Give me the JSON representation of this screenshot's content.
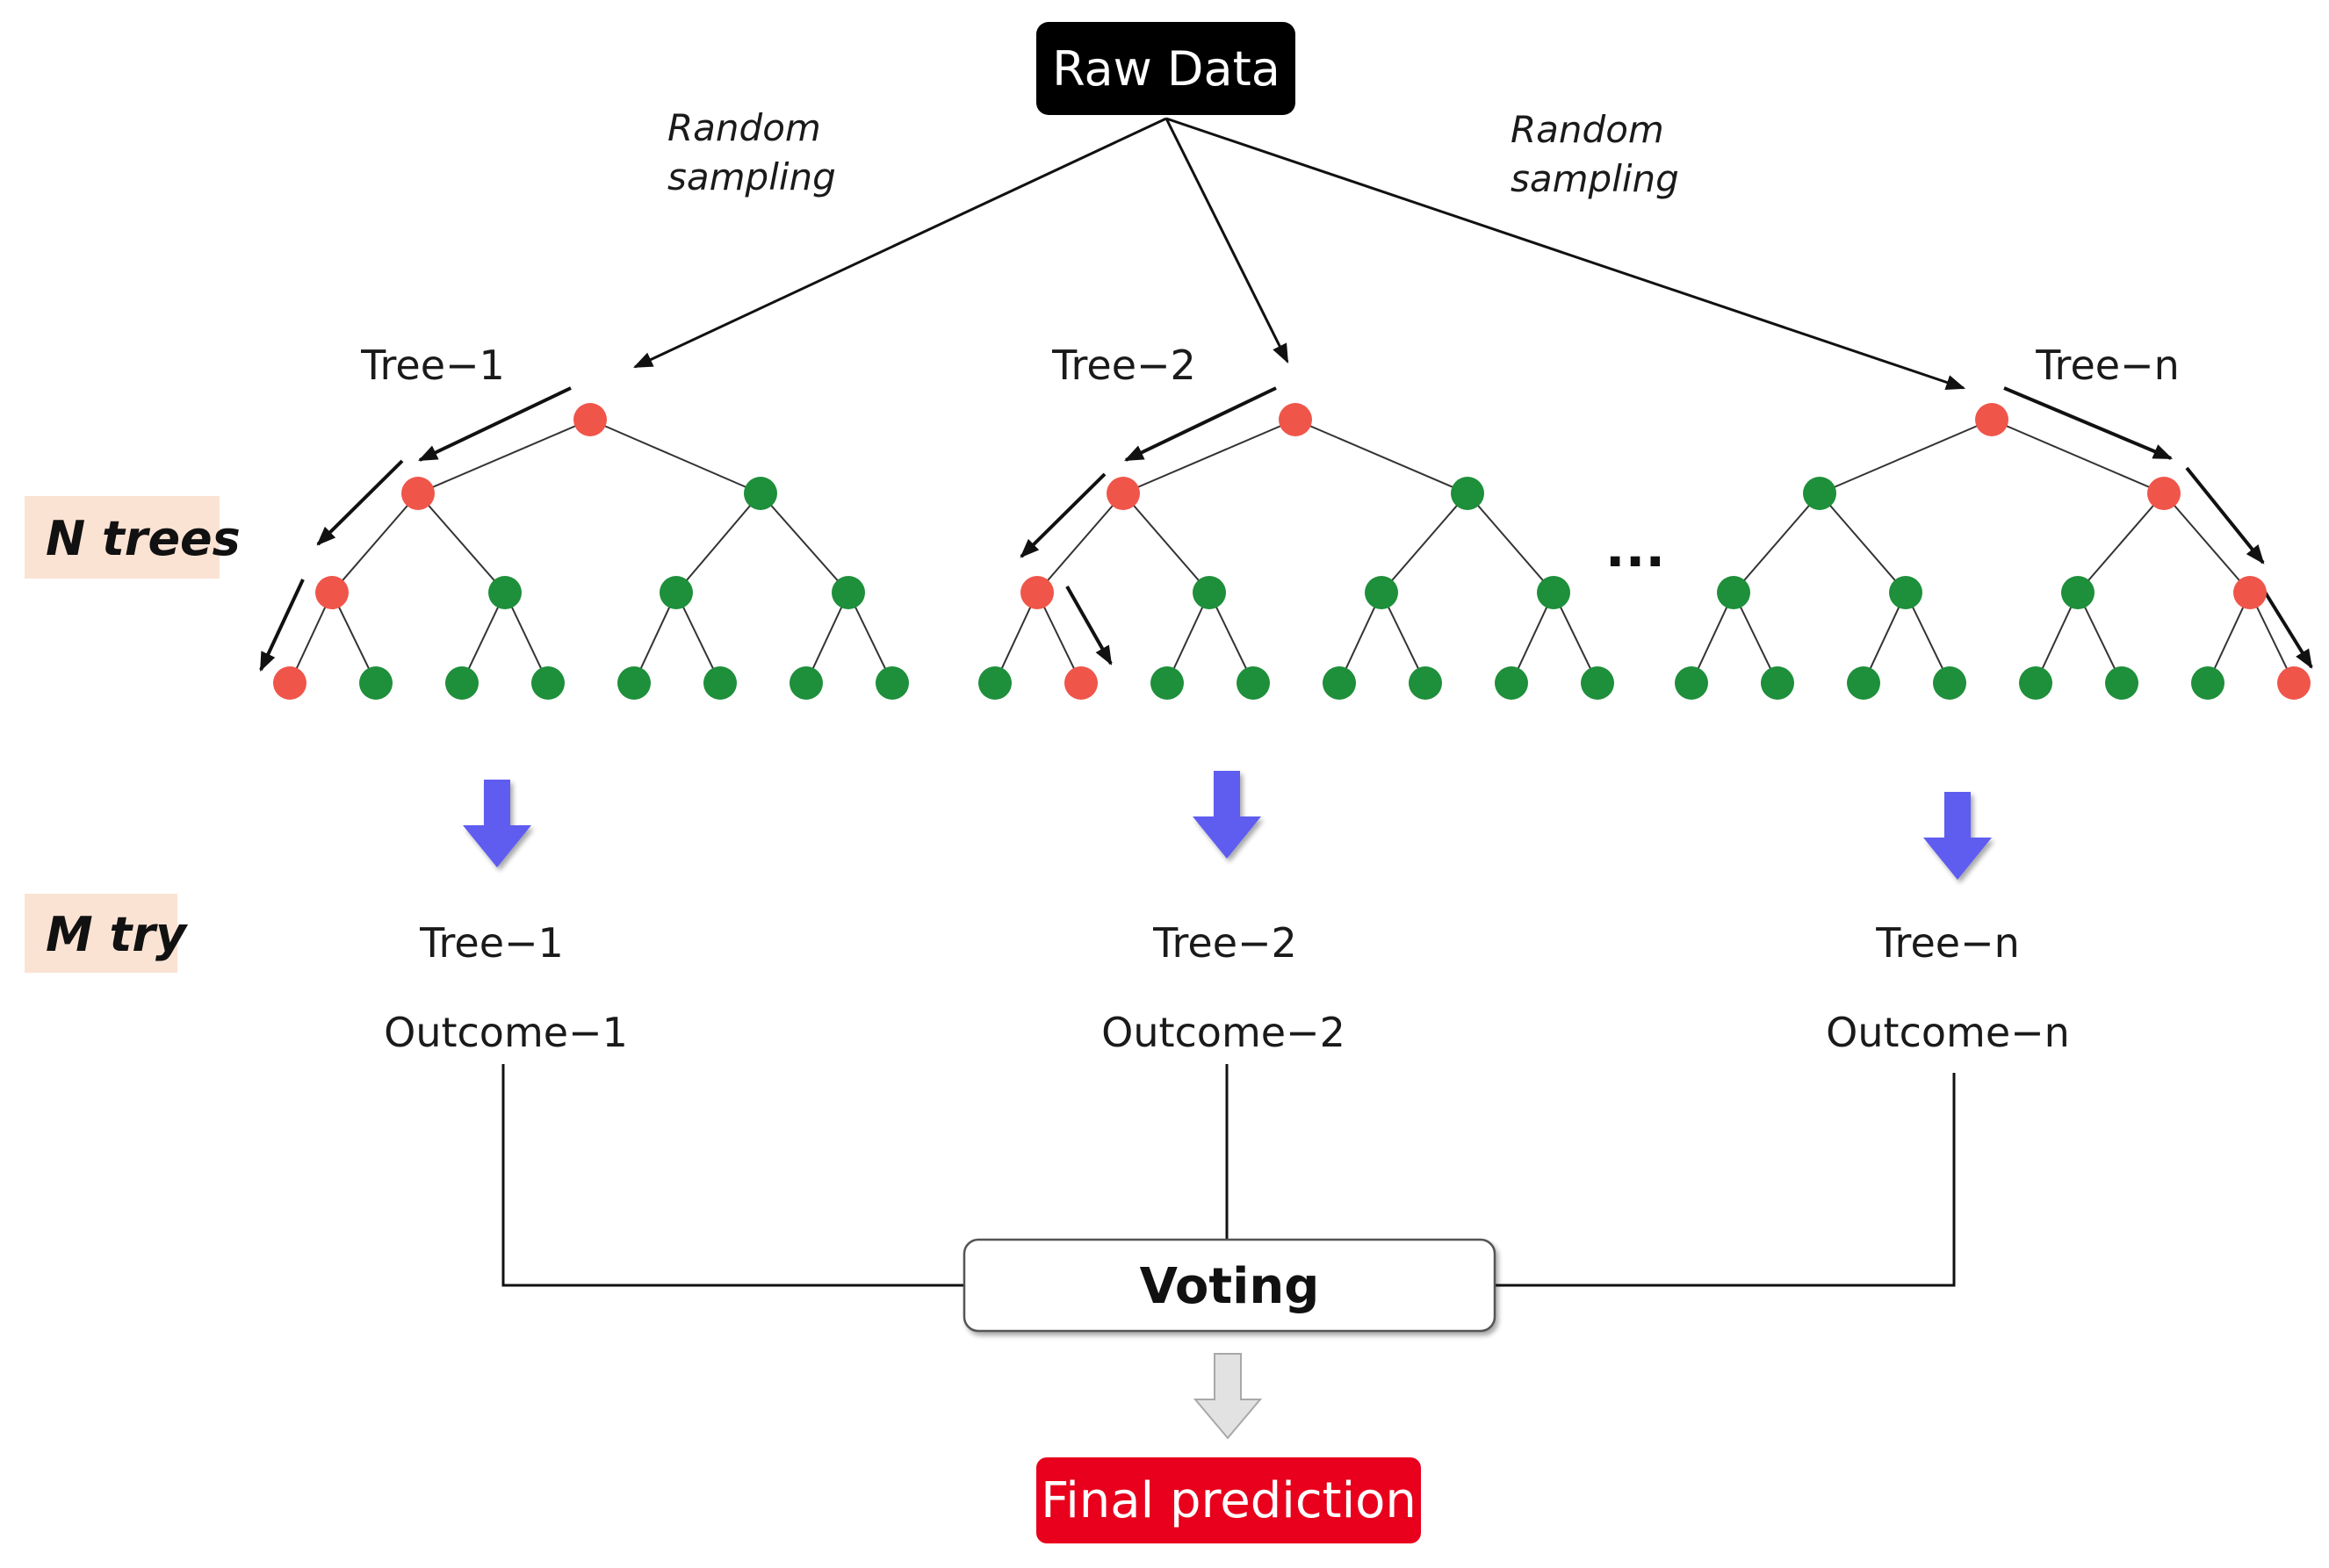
{
  "raw_data": "Raw Data",
  "sampling_label": "Random\nsampling",
  "side_labels": {
    "n_trees": "N trees",
    "m_try": "M try"
  },
  "ellipsis": "...",
  "trees": [
    {
      "tree_label": "Tree−1",
      "outcome": "Outcome−1"
    },
    {
      "tree_label": "Tree−2",
      "outcome": "Outcome−2"
    },
    {
      "tree_label": "Tree−n",
      "outcome": "Outcome−n"
    }
  ],
  "voting": "Voting",
  "final_prediction": "Final prediction",
  "colors": {
    "node_selected": "#f0554a",
    "node_default": "#1e8f3a",
    "arrow_blue": "#5f5cf0",
    "arrow_gray": "#cfcfcf",
    "side_bg": "#fbe3d4",
    "final_bg": "#e8001c",
    "title_bg": "#000000"
  }
}
